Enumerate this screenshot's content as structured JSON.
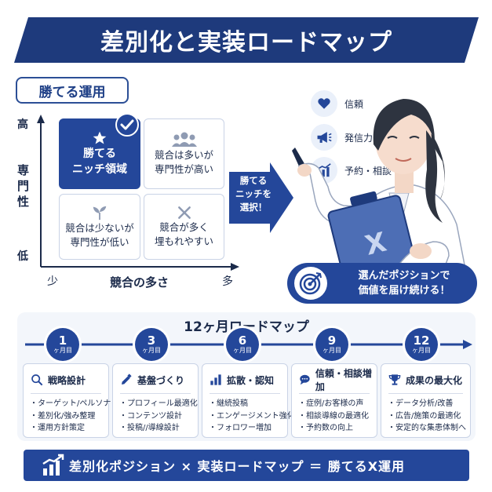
{
  "title": "差別化と実装ロードマップ",
  "section1": {
    "label": "勝てる運用",
    "y_axis": {
      "high": "高",
      "name": [
        "専",
        "門",
        "性"
      ],
      "low": "低"
    },
    "x_axis": {
      "low": "少",
      "name": "競合の多さ",
      "high": "多"
    },
    "quadrants": {
      "top_left": {
        "lines": [
          "勝てる",
          "ニッチ領域"
        ],
        "icon": "star-icon"
      },
      "top_right": {
        "lines": [
          "競合は多いが",
          "専門性が高い"
        ],
        "icon": "people-icon"
      },
      "bottom_left": {
        "lines": [
          "競合は少ないが",
          "専門性が低い"
        ],
        "icon": "sprout-icon"
      },
      "bottom_right": {
        "lines": [
          "競合が多く",
          "埋もれやすい"
        ],
        "icon": "cross-icon"
      }
    },
    "arrow_text": [
      "勝てる",
      "ニッチを",
      "選択！"
    ]
  },
  "features": [
    {
      "label": "信頼",
      "icon": "heart-icon"
    },
    {
      "label": "発信力",
      "icon": "megaphone-icon"
    },
    {
      "label": "予約・相談",
      "icon": "growth-chart-icon"
    }
  ],
  "clipboard_letter": "X",
  "callout": {
    "lines": [
      "選んだポジションで",
      "価値を届け続ける！"
    ],
    "icon": "target-icon"
  },
  "roadmap": {
    "title": "12ヶ月ロードマップ",
    "milestones": [
      {
        "num": "1",
        "unit": "ヶ月目"
      },
      {
        "num": "3",
        "unit": "ヶ月目"
      },
      {
        "num": "6",
        "unit": "ヶ月目"
      },
      {
        "num": "9",
        "unit": "ヶ月目"
      },
      {
        "num": "12",
        "unit": "ヶ月目"
      }
    ],
    "cards": [
      {
        "title": "戦略設計",
        "icon": "search-icon",
        "items": [
          "・ターゲット/ペルソナ",
          "・差別化/強み整理",
          "・運用方針策定"
        ]
      },
      {
        "title": "基盤づくり",
        "icon": "pencil-icon",
        "items": [
          "・プロフィール最適化",
          "・コンテンツ設計",
          "・投稿//導線設計"
        ]
      },
      {
        "title": "拡散・認知",
        "icon": "bar-chart-icon",
        "items": [
          "・継続投稿",
          "・エンゲージメント強化",
          "・フォロワー増加"
        ]
      },
      {
        "title": "信頼・相談増加",
        "icon": "chat-icon",
        "items": [
          "・症例/お客様の声",
          "・相談導線の最適化",
          "・予約数の向上"
        ]
      },
      {
        "title": "成果の最大化",
        "icon": "trophy-icon",
        "items": [
          "・データ分析/改善",
          "・広告/施策の最適化",
          "・安定的な集患体制へ"
        ]
      }
    ]
  },
  "bottom": {
    "text": "差別化ポジション × 実装ロードマップ ＝ 勝てるX運用",
    "icon": "growth-chart-icon"
  },
  "colors": {
    "navy": "#24479a",
    "dark": "#1b2a4a",
    "light": "#eaf0fa",
    "border": "#c9d3e6"
  }
}
